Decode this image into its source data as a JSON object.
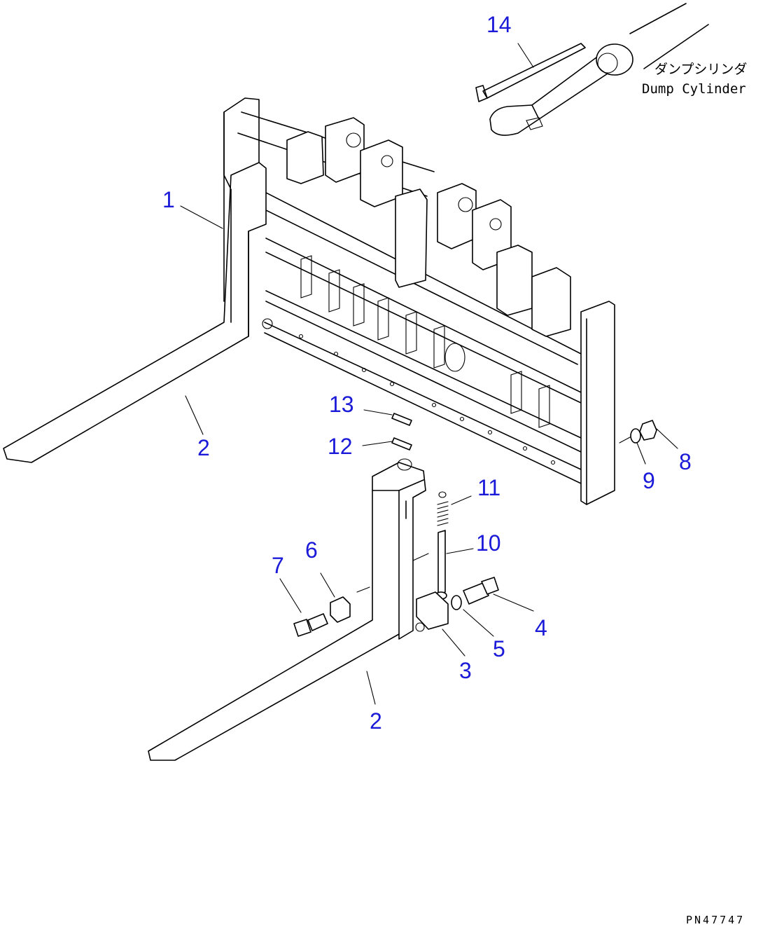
{
  "figure_code": "PN47747",
  "notes": {
    "dump_cylinder_jp": "ダンプシリンダ",
    "dump_cylinder_en": "Dump Cylinder"
  },
  "callouts": {
    "c1": "1",
    "c2a": "2",
    "c2b": "2",
    "c3": "3",
    "c4": "4",
    "c5": "5",
    "c6": "6",
    "c7": "7",
    "c8": "8",
    "c9": "9",
    "c10": "10",
    "c11": "11",
    "c12": "12",
    "c13": "13",
    "c14": "14"
  },
  "colors": {
    "callout": "#1a1ad8",
    "line": "#000000",
    "background": "#ffffff"
  }
}
